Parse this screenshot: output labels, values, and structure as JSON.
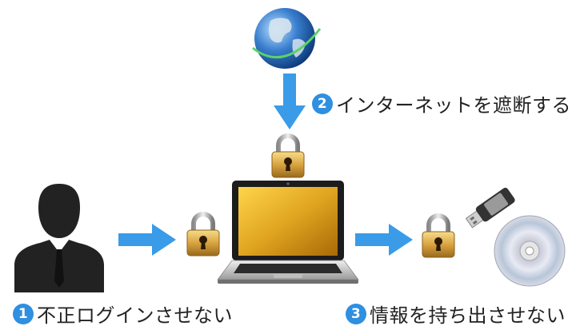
{
  "steps": [
    {
      "number": "1",
      "text": "不正ログインさせない"
    },
    {
      "number": "2",
      "text": "インターネットを遮断する"
    },
    {
      "number": "3",
      "text": "情報を持ち出させない"
    }
  ],
  "colors": {
    "arrow": "#3a9be8",
    "badge": "#2f8fe0",
    "lock_gold": "#d9a441",
    "screen_gold": "#e0a520"
  },
  "icons": [
    "globe-icon",
    "user-icon",
    "laptop-icon",
    "lock-icon",
    "usb-drive-icon",
    "cd-disc-icon"
  ]
}
